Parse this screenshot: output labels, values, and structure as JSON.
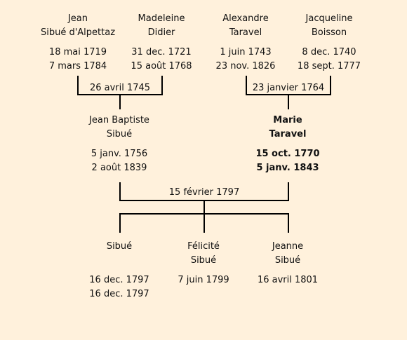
{
  "colors": {
    "background": "#fff1dc",
    "lines": "#000000"
  },
  "grandparents": {
    "paternal_father": {
      "given": "Jean",
      "surname": "Sibué d'Alpettaz",
      "birth": "18 mai 1719",
      "death": "7 mars 1784"
    },
    "paternal_mother": {
      "given": "Madeleine",
      "surname": "Didier",
      "birth": "31 dec. 1721",
      "death": "15 août 1768"
    },
    "maternal_father": {
      "given": "Alexandre",
      "surname": "Taravel",
      "birth": "1 juin 1743",
      "death": "23 nov. 1826"
    },
    "maternal_mother": {
      "given": "Jacqueline",
      "surname": "Boisson",
      "birth": "8 dec. 1740",
      "death": "18 sept. 1777"
    }
  },
  "marriages": {
    "paternal": "26 avril 1745",
    "maternal": "23 janvier 1764",
    "parents": "15 février 1797"
  },
  "parents": {
    "father": {
      "given": "Jean Baptiste",
      "surname": "Sibué",
      "birth": "5 janv. 1756",
      "death": "2 août 1839"
    },
    "mother": {
      "given": "Marie",
      "surname": "Taravel",
      "birth": "15 oct. 1770",
      "death": "5 janv. 1843"
    }
  },
  "children": [
    {
      "given": "",
      "surname": "Sibué",
      "birth": "16 dec. 1797",
      "death": "16 dec. 1797"
    },
    {
      "given": "Félicité",
      "surname": "Sibué",
      "birth": "7 juin 1799",
      "death": ""
    },
    {
      "given": "Jeanne",
      "surname": "Sibué",
      "birth": "16 avril 1801",
      "death": ""
    }
  ]
}
